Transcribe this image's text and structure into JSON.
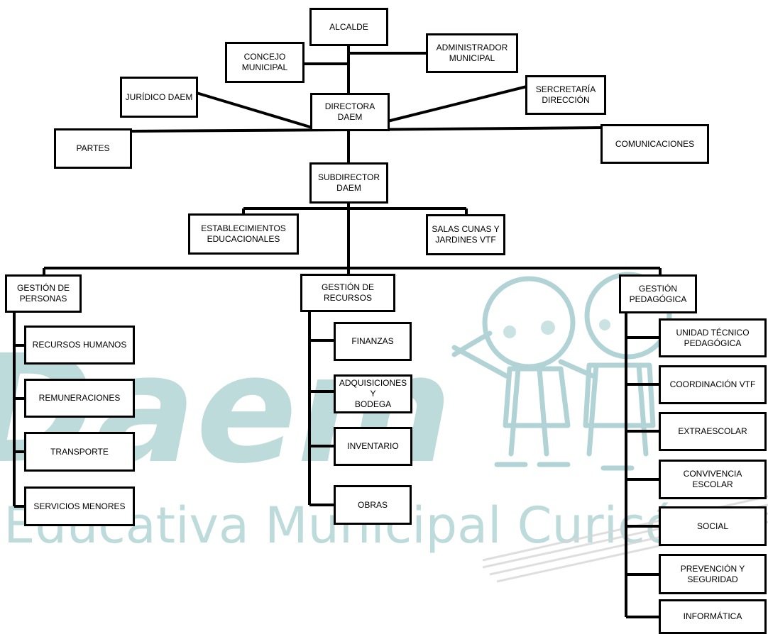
{
  "watermark": {
    "logo_text": "Daem",
    "tagline": "Red Educativa Municipal Curicó",
    "color": "#a9cfd1"
  },
  "org_chart": {
    "alcalde": "ALCALDE",
    "concejo": "CONCEJO\nMUNICIPAL",
    "administrador": "ADMINISTRADOR\nMUNICIPAL",
    "juridico": "JURÍDICO DAEM",
    "directora": "DIRECTORA\nDAEM",
    "secretaria": "SERCRETARÍA\nDIRECCIÓN",
    "partes": "PARTES",
    "comunicaciones": "COMUNICACIONES",
    "subdirector": "SUBDIRECTOR\nDAEM",
    "establecimientos": "ESTABLECIMIENTOS\nEDUCACIONALES",
    "salas_cunas": "SALAS CUNAS Y\nJARDINES VTF",
    "gestion_personas": "GESTIÓN DE\nPERSONAS",
    "gestion_recursos": "GESTIÓN DE\nRECURSOS",
    "gestion_pedagogica": "GESTIÓN\nPEDAGÓGICA",
    "recursos_humanos": "RECURSOS HUMANOS",
    "remuneraciones": "REMUNERACIONES",
    "transporte": "TRANSPORTE",
    "servicios_menores": "SERVICIOS MENORES",
    "finanzas": "FINANZAS",
    "adquisiciones": "ADQUISICIONES Y\nBODEGA",
    "inventario": "INVENTARIO",
    "obras": "OBRAS",
    "utp": "UNIDAD TÉCNICO\nPEDAGÓGICA",
    "coordinacion_vtf": "COORDINACIÓN VTF",
    "extraescolar": "EXTRAESCOLAR",
    "convivencia": "CONVIVENCIA\nESCOLAR",
    "social": "SOCIAL",
    "prevencion": "PREVENCIÓN Y\nSEGURIDAD",
    "informatica": "INFORMÁTICA"
  }
}
